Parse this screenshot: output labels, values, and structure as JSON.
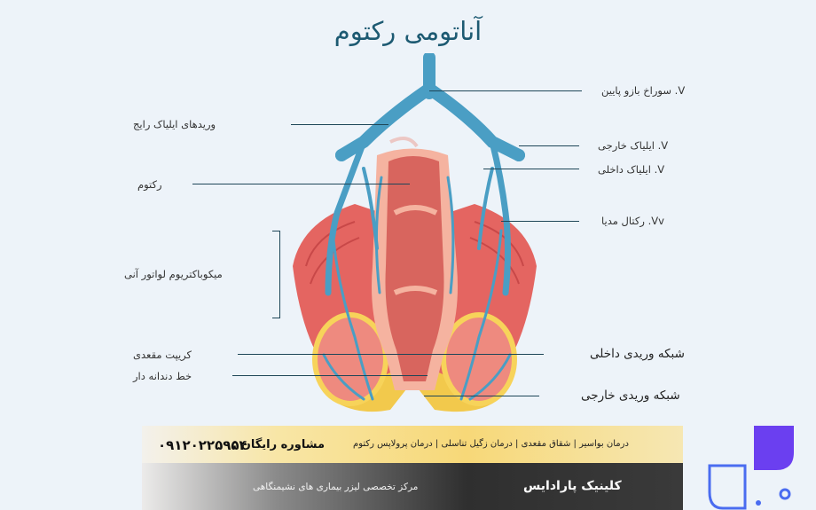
{
  "title": "آناتومی رکتوم",
  "labels": {
    "superior_rectal_vein": "V. سوراخ بازو پایین",
    "common_iliac_veins": "وریدهای ایلیاک رایج",
    "external_iliac": "V. ایلیاک خارجی",
    "internal_iliac": "V. ایلیاک داخلی",
    "rectum": "رکتوم",
    "middle_rectal": "Vv. رکتال مدیا",
    "levator_ani": "میکوباکتریوم لواتور آنی",
    "anal_crypt": "کریپت مقعدی",
    "dentate_line": "خط دندانه دار",
    "internal_plexus": "شبکه وریدی داخلی",
    "external_plexus": "شبکه وریدی خارجی"
  },
  "footer": {
    "phone": "۰۹۱۲۰۲۲۵۹۵۴",
    "consult": "مشاوره رایگان :",
    "services": "درمان بواسیر | شقاق مقعدی | درمان زگیل تناسلی | درمان پرولاپس رکتوم",
    "clinic": "کلینیک پارادایس",
    "tagline": "مرکز تخصصی لیزر بیماری های نشیمنگاهی"
  },
  "colors": {
    "vein": "#4a9ec4",
    "rectum": "#e27d74",
    "muscle": "#e25e5c",
    "fat": "#f2c94c",
    "logo": "#6b3ff0"
  }
}
